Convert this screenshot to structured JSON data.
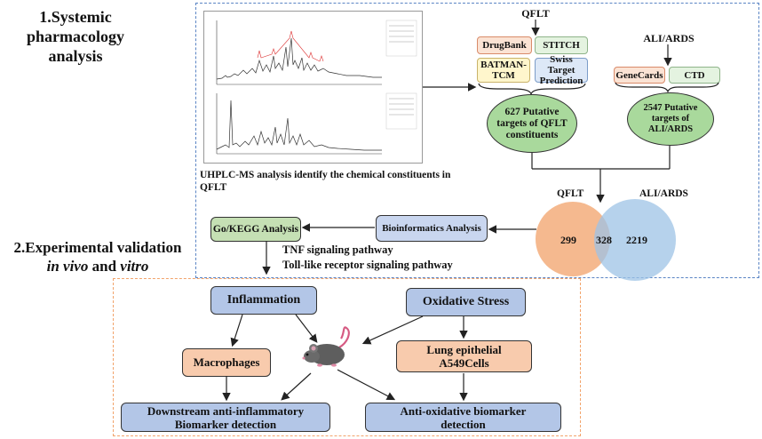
{
  "section1": {
    "line1": "1.Systemic pharmacology",
    "line2": "analysis"
  },
  "section2": {
    "line1": "2.Experimental validation",
    "line2_italic": "in vivo",
    "line2_mid": " and ",
    "line2_italic2": "vitro"
  },
  "chrom_caption": "UHPLC-MS analysis identify the chemical constituents in QFLT",
  "qflt_header": "QFLT",
  "qflt_dbs": [
    "DrugBank",
    "STITCH",
    "BATMAN-TCM",
    "Swiss Target Prediction"
  ],
  "ali_header": "ALI/ARDS",
  "ali_dbs": [
    "GeneCards",
    "CTD"
  ],
  "qflt_targets": "627 Putative targets of QFLT constituents",
  "ali_targets": "2547 Putative targets of ALI/ARDS",
  "venn": {
    "left_label": "QFLT",
    "right_label": "ALI/ARDS",
    "left_only": "299",
    "overlap": "328",
    "right_only": "2219"
  },
  "bioinformatics": "Bioinformatics Analysis",
  "gokegg": "Go/KEGG Analysis",
  "pathways": [
    "TNF signaling pathway",
    "Toll-like receptor signaling pathway"
  ],
  "inflammation": "Inflammation",
  "oxidative": "Oxidative Stress",
  "macrophages": "Macrophages",
  "a549": "Lung epithelial A549Cells",
  "downstream": "Downstream anti-inflammatory Biomarker detection",
  "antioxidative": "Anti-oxidative biomarker detection",
  "colors": {
    "blue_dash": "#5a84c4",
    "orange_dash": "#f2a36b",
    "ellipse_green": "#a9d99c",
    "venn_orange": "#f4b183",
    "venn_blue": "#9dc3e6"
  }
}
